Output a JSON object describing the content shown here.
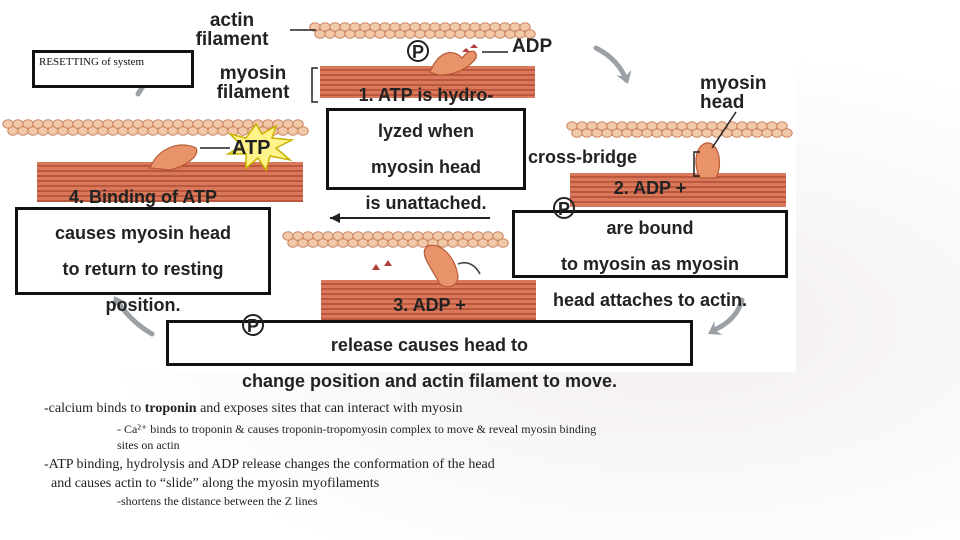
{
  "labels": {
    "actin_filament": "actin\nfilament",
    "adp_top": "ADP",
    "p": "P",
    "myosin_filament": "myosin\nfilament",
    "myosin_head": "myosin\nhead",
    "cross_bridge": "cross-bridge",
    "atp": "ATP"
  },
  "reset_box": {
    "text": "RESETTING of system"
  },
  "steps": [
    {
      "line1": "1. ATP is hydro-",
      "line2": "lyzed when",
      "line3": "myosin head",
      "line4": "is unattached."
    },
    {
      "pre": "2. ADP + ",
      "post": " are bound",
      "line2": "to myosin as myosin",
      "line3": "head attaches to actin."
    },
    {
      "pre": "3. ADP + ",
      "post": " release causes head to",
      "line2": "change position and actin filament to move."
    },
    {
      "line1": "4. Binding of ATP",
      "line2": "causes myosin head",
      "line3": "to return to resting",
      "line4": "position."
    }
  ],
  "notes": {
    "n1_pre": "-calcium binds to ",
    "n1_bold": "troponin",
    "n1_post": " and exposes sites that can interact with myosin",
    "n2": "- Ca²⁺ binds to troponin & causes troponin-tropomyosin complex to move & reveal myosin binding sites on actin",
    "n3": "-ATP binding, hydrolysis and ADP release changes the conformation of the head",
    "n3b": "  and causes actin to “slide” along the myosin myofilaments",
    "n4": "-shortens the distance between the Z lines"
  },
  "colors": {
    "actin": "#f2c9a8",
    "actin_outline": "#c9825f",
    "myosin": "#d9785a",
    "myosin_line": "#a9432a",
    "head": "#e8936a",
    "arrow": "#9aa0a6"
  }
}
